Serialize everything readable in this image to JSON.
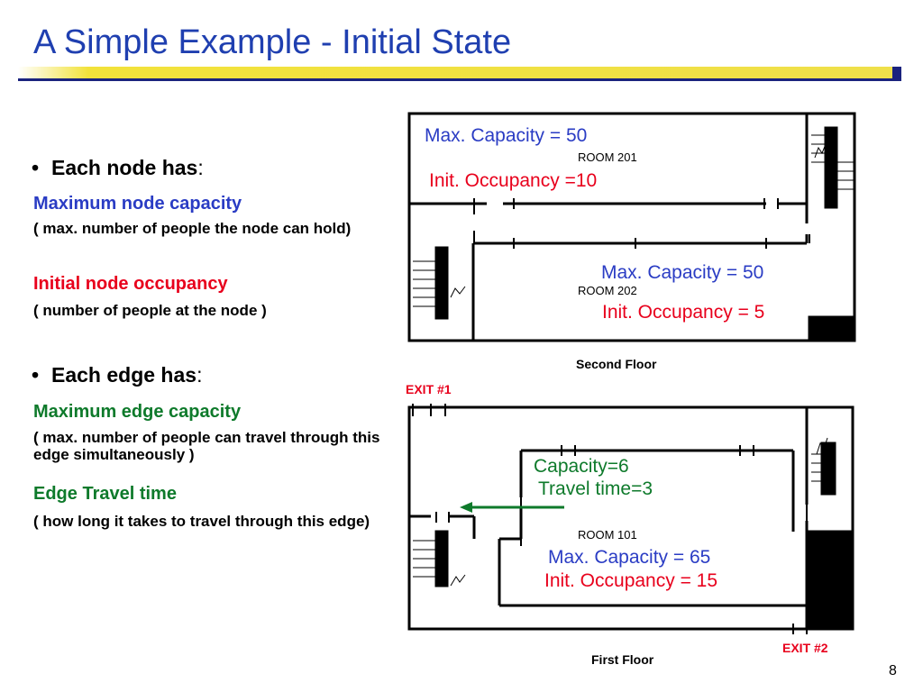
{
  "title": "A Simple Example - Initial State",
  "left": {
    "node_bullet_label": "Each node has",
    "node_bullet_colon": ":",
    "max_node_capacity": "Maximum node capacity",
    "max_node_capacity_note": "( max. number of people the node can hold)",
    "initial_node_occupancy": "Initial node occupancy",
    "initial_node_occupancy_note": "( number of people at the node )",
    "edge_bullet_label": "Each edge has",
    "edge_bullet_colon": ":",
    "max_edge_capacity": "Maximum edge capacity",
    "max_edge_capacity_note": "( max. number of people can travel through this edge simultaneously )",
    "edge_travel_time": "Edge Travel time",
    "edge_travel_time_note": "( how long it takes to travel through this edge)"
  },
  "second_floor": {
    "room201_name": "ROOM 201",
    "room201_capacity": "Max. Capacity = 50",
    "room201_occupancy": "Init. Occupancy =10",
    "room202_name": "ROOM 202",
    "room202_capacity": "Max. Capacity = 50",
    "room202_occupancy": "Init. Occupancy = 5",
    "caption": "Second Floor"
  },
  "first_floor": {
    "exit1": "EXIT #1",
    "edge_capacity": "Capacity=6",
    "edge_travel_time": "Travel time=3",
    "room101_name": "ROOM 101",
    "room101_capacity": "Max. Capacity = 65",
    "room101_occupancy": "Init. Occupancy = 15",
    "exit2": "EXIT #2",
    "caption": "First Floor"
  },
  "page_number": "8",
  "colors": {
    "title": "#1f3fb0",
    "blue_label": "#2a3cc4",
    "red_label": "#e8001c",
    "green_label": "#0e7a2b",
    "rule_yellow": "#f2e23a",
    "rule_navy": "#1a237e"
  }
}
